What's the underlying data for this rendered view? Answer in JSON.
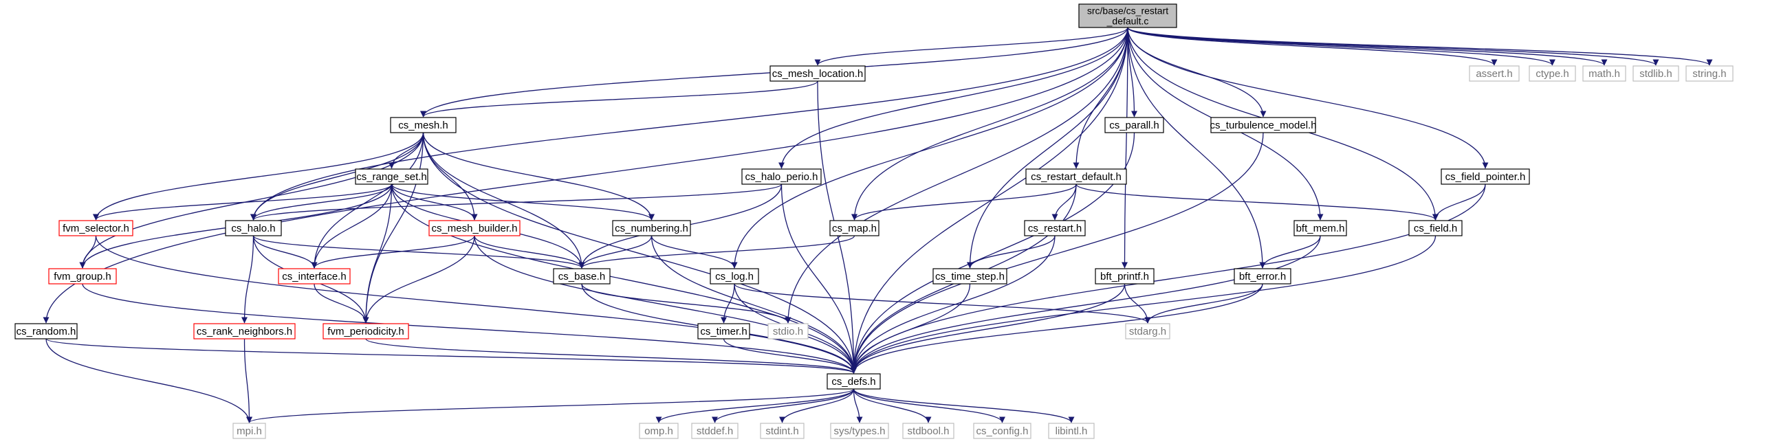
{
  "colors": {
    "edge": "#191970",
    "root_fill": "#bfbfbf",
    "root_border": "#000000",
    "normal_border": "#000000",
    "incomplete_border": "#ff0000",
    "external_border": "#bfbfbf",
    "external_text": "#777777",
    "node_fill": "#ffffff"
  },
  "graph": {
    "nodes": [
      {
        "id": "root",
        "label": [
          "src/base/cs_restart",
          "_default.c"
        ],
        "kind": "root"
      },
      {
        "id": "cs_mesh_location_h",
        "label": [
          "cs_mesh_location.h"
        ],
        "kind": "normal"
      },
      {
        "id": "assert_h",
        "label": [
          "assert.h"
        ],
        "kind": "external"
      },
      {
        "id": "ctype_h",
        "label": [
          "ctype.h"
        ],
        "kind": "external"
      },
      {
        "id": "math_h",
        "label": [
          "math.h"
        ],
        "kind": "external"
      },
      {
        "id": "stdlib_h",
        "label": [
          "stdlib.h"
        ],
        "kind": "external"
      },
      {
        "id": "string_h",
        "label": [
          "string.h"
        ],
        "kind": "external"
      },
      {
        "id": "cs_mesh_h",
        "label": [
          "cs_mesh.h"
        ],
        "kind": "normal"
      },
      {
        "id": "cs_parall_h",
        "label": [
          "cs_parall.h"
        ],
        "kind": "normal"
      },
      {
        "id": "cs_turbulence_model_h",
        "label": [
          "cs_turbulence_model.h"
        ],
        "kind": "normal"
      },
      {
        "id": "cs_halo_perio_h",
        "label": [
          "cs_halo_perio.h"
        ],
        "kind": "normal"
      },
      {
        "id": "cs_restart_default_h",
        "label": [
          "cs_restart_default.h"
        ],
        "kind": "normal"
      },
      {
        "id": "cs_field_pointer_h",
        "label": [
          "cs_field_pointer.h"
        ],
        "kind": "normal"
      },
      {
        "id": "cs_range_set_h",
        "label": [
          "cs_range_set.h"
        ],
        "kind": "normal"
      },
      {
        "id": "fvm_selector_h",
        "label": [
          "fvm_selector.h"
        ],
        "kind": "incomplete"
      },
      {
        "id": "cs_halo_h",
        "label": [
          "cs_halo.h"
        ],
        "kind": "normal"
      },
      {
        "id": "cs_mesh_builder_h",
        "label": [
          "cs_mesh_builder.h"
        ],
        "kind": "incomplete"
      },
      {
        "id": "cs_numbering_h",
        "label": [
          "cs_numbering.h"
        ],
        "kind": "normal"
      },
      {
        "id": "cs_map_h",
        "label": [
          "cs_map.h"
        ],
        "kind": "normal"
      },
      {
        "id": "cs_restart_h",
        "label": [
          "cs_restart.h"
        ],
        "kind": "normal"
      },
      {
        "id": "bft_mem_h",
        "label": [
          "bft_mem.h"
        ],
        "kind": "normal"
      },
      {
        "id": "cs_field_h",
        "label": [
          "cs_field.h"
        ],
        "kind": "normal"
      },
      {
        "id": "fvm_group_h",
        "label": [
          "fvm_group.h"
        ],
        "kind": "incomplete"
      },
      {
        "id": "cs_interface_h",
        "label": [
          "cs_interface.h"
        ],
        "kind": "incomplete"
      },
      {
        "id": "cs_base_h",
        "label": [
          "cs_base.h"
        ],
        "kind": "normal"
      },
      {
        "id": "cs_log_h",
        "label": [
          "cs_log.h"
        ],
        "kind": "normal"
      },
      {
        "id": "cs_time_step_h",
        "label": [
          "cs_time_step.h"
        ],
        "kind": "normal"
      },
      {
        "id": "bft_printf_h",
        "label": [
          "bft_printf.h"
        ],
        "kind": "normal"
      },
      {
        "id": "bft_error_h",
        "label": [
          "bft_error.h"
        ],
        "kind": "normal"
      },
      {
        "id": "cs_random_h",
        "label": [
          "cs_random.h"
        ],
        "kind": "normal"
      },
      {
        "id": "cs_rank_neighbors_h",
        "label": [
          "cs_rank_neighbors.h"
        ],
        "kind": "incomplete"
      },
      {
        "id": "fvm_periodicity_h",
        "label": [
          "fvm_periodicity.h"
        ],
        "kind": "incomplete"
      },
      {
        "id": "cs_timer_h",
        "label": [
          "cs_timer.h"
        ],
        "kind": "normal"
      },
      {
        "id": "stdio_h",
        "label": [
          "stdio.h"
        ],
        "kind": "external"
      },
      {
        "id": "stdarg_h",
        "label": [
          "stdarg.h"
        ],
        "kind": "external"
      },
      {
        "id": "cs_defs_h",
        "label": [
          "cs_defs.h"
        ],
        "kind": "normal"
      },
      {
        "id": "mpi_h",
        "label": [
          "mpi.h"
        ],
        "kind": "external"
      },
      {
        "id": "omp_h",
        "label": [
          "omp.h"
        ],
        "kind": "external"
      },
      {
        "id": "stddef_h",
        "label": [
          "stddef.h"
        ],
        "kind": "external"
      },
      {
        "id": "stdint_h",
        "label": [
          "stdint.h"
        ],
        "kind": "external"
      },
      {
        "id": "sys_types_h",
        "label": [
          "sys/types.h"
        ],
        "kind": "external"
      },
      {
        "id": "stdbool_h",
        "label": [
          "stdbool.h"
        ],
        "kind": "external"
      },
      {
        "id": "cs_config_h",
        "label": [
          "cs_config.h"
        ],
        "kind": "external"
      },
      {
        "id": "libintl_h",
        "label": [
          "libintl.h"
        ],
        "kind": "external"
      }
    ],
    "edges": [
      [
        "root",
        "cs_mesh_location_h"
      ],
      [
        "root",
        "assert_h"
      ],
      [
        "root",
        "ctype_h"
      ],
      [
        "root",
        "math_h"
      ],
      [
        "root",
        "stdlib_h"
      ],
      [
        "root",
        "string_h"
      ],
      [
        "root",
        "cs_mesh_h"
      ],
      [
        "root",
        "cs_parall_h"
      ],
      [
        "root",
        "cs_turbulence_model_h"
      ],
      [
        "root",
        "cs_halo_perio_h"
      ],
      [
        "root",
        "cs_restart_default_h"
      ],
      [
        "root",
        "cs_field_pointer_h"
      ],
      [
        "root",
        "cs_halo_h"
      ],
      [
        "root",
        "cs_map_h"
      ],
      [
        "root",
        "bft_mem_h"
      ],
      [
        "root",
        "cs_field_h"
      ],
      [
        "root",
        "cs_log_h"
      ],
      [
        "root",
        "cs_time_step_h"
      ],
      [
        "root",
        "bft_printf_h"
      ],
      [
        "root",
        "bft_error_h"
      ],
      [
        "root",
        "cs_random_h"
      ],
      [
        "root",
        "stdio_h"
      ],
      [
        "root",
        "cs_defs_h"
      ],
      [
        "cs_mesh_location_h",
        "cs_mesh_h"
      ],
      [
        "cs_mesh_location_h",
        "cs_defs_h"
      ],
      [
        "cs_mesh_h",
        "cs_range_set_h"
      ],
      [
        "cs_mesh_h",
        "fvm_selector_h"
      ],
      [
        "cs_mesh_h",
        "cs_halo_h"
      ],
      [
        "cs_mesh_h",
        "cs_mesh_builder_h"
      ],
      [
        "cs_mesh_h",
        "cs_numbering_h"
      ],
      [
        "cs_mesh_h",
        "fvm_group_h"
      ],
      [
        "cs_mesh_h",
        "cs_interface_h"
      ],
      [
        "cs_mesh_h",
        "cs_base_h"
      ],
      [
        "cs_mesh_h",
        "fvm_periodicity_h"
      ],
      [
        "cs_mesh_h",
        "cs_defs_h"
      ],
      [
        "cs_range_set_h",
        "fvm_selector_h"
      ],
      [
        "cs_range_set_h",
        "fvm_group_h"
      ],
      [
        "cs_range_set_h",
        "cs_halo_h"
      ],
      [
        "cs_range_set_h",
        "cs_interface_h"
      ],
      [
        "cs_range_set_h",
        "cs_mesh_builder_h"
      ],
      [
        "cs_range_set_h",
        "cs_numbering_h"
      ],
      [
        "cs_range_set_h",
        "cs_base_h"
      ],
      [
        "cs_range_set_h",
        "fvm_periodicity_h"
      ],
      [
        "cs_range_set_h",
        "cs_defs_h"
      ],
      [
        "fvm_selector_h",
        "fvm_group_h"
      ],
      [
        "fvm_selector_h",
        "cs_defs_h"
      ],
      [
        "fvm_group_h",
        "cs_defs_h"
      ],
      [
        "cs_halo_perio_h",
        "cs_halo_h"
      ],
      [
        "cs_halo_perio_h",
        "cs_base_h"
      ],
      [
        "cs_halo_perio_h",
        "cs_defs_h"
      ],
      [
        "cs_halo_h",
        "cs_interface_h"
      ],
      [
        "cs_halo_h",
        "cs_rank_neighbors_h"
      ],
      [
        "cs_halo_h",
        "fvm_periodicity_h"
      ],
      [
        "cs_halo_h",
        "cs_base_h"
      ],
      [
        "cs_mesh_builder_h",
        "cs_interface_h"
      ],
      [
        "cs_mesh_builder_h",
        "fvm_periodicity_h"
      ],
      [
        "cs_mesh_builder_h",
        "cs_base_h"
      ],
      [
        "cs_mesh_builder_h",
        "cs_defs_h"
      ],
      [
        "cs_interface_h",
        "fvm_periodicity_h"
      ],
      [
        "fvm_periodicity_h",
        "cs_defs_h"
      ],
      [
        "cs_numbering_h",
        "cs_base_h"
      ],
      [
        "cs_numbering_h",
        "cs_log_h"
      ],
      [
        "cs_numbering_h",
        "cs_defs_h"
      ],
      [
        "cs_base_h",
        "stdio_h"
      ],
      [
        "cs_base_h",
        "cs_defs_h"
      ],
      [
        "cs_log_h",
        "cs_timer_h"
      ],
      [
        "cs_log_h",
        "stdarg_h"
      ],
      [
        "cs_log_h",
        "cs_defs_h"
      ],
      [
        "cs_timer_h",
        "cs_defs_h"
      ],
      [
        "cs_map_h",
        "cs_base_h"
      ],
      [
        "cs_restart_default_h",
        "cs_map_h"
      ],
      [
        "cs_restart_default_h",
        "cs_restart_h"
      ],
      [
        "cs_restart_default_h",
        "cs_field_h"
      ],
      [
        "cs_restart_default_h",
        "cs_defs_h"
      ],
      [
        "cs_restart_h",
        "cs_time_step_h"
      ],
      [
        "cs_restart_h",
        "cs_defs_h"
      ],
      [
        "cs_time_step_h",
        "cs_defs_h"
      ],
      [
        "cs_parall_h",
        "cs_defs_h"
      ],
      [
        "cs_turbulence_model_h",
        "cs_defs_h"
      ],
      [
        "bft_printf_h",
        "stdarg_h"
      ],
      [
        "bft_printf_h",
        "cs_defs_h"
      ],
      [
        "bft_mem_h",
        "bft_error_h"
      ],
      [
        "bft_mem_h",
        "cs_defs_h"
      ],
      [
        "bft_error_h",
        "stdarg_h"
      ],
      [
        "bft_error_h",
        "cs_defs_h"
      ],
      [
        "cs_field_pointer_h",
        "cs_field_h"
      ],
      [
        "cs_field_pointer_h",
        "cs_defs_h"
      ],
      [
        "cs_field_h",
        "cs_defs_h"
      ],
      [
        "cs_random_h",
        "mpi_h"
      ],
      [
        "cs_random_h",
        "cs_defs_h"
      ],
      [
        "cs_rank_neighbors_h",
        "mpi_h"
      ],
      [
        "cs_defs_h",
        "mpi_h"
      ],
      [
        "cs_defs_h",
        "omp_h"
      ],
      [
        "cs_defs_h",
        "stddef_h"
      ],
      [
        "cs_defs_h",
        "stdint_h"
      ],
      [
        "cs_defs_h",
        "sys_types_h"
      ],
      [
        "cs_defs_h",
        "stdbool_h"
      ],
      [
        "cs_defs_h",
        "cs_config_h"
      ],
      [
        "cs_defs_h",
        "libintl_h"
      ]
    ]
  }
}
